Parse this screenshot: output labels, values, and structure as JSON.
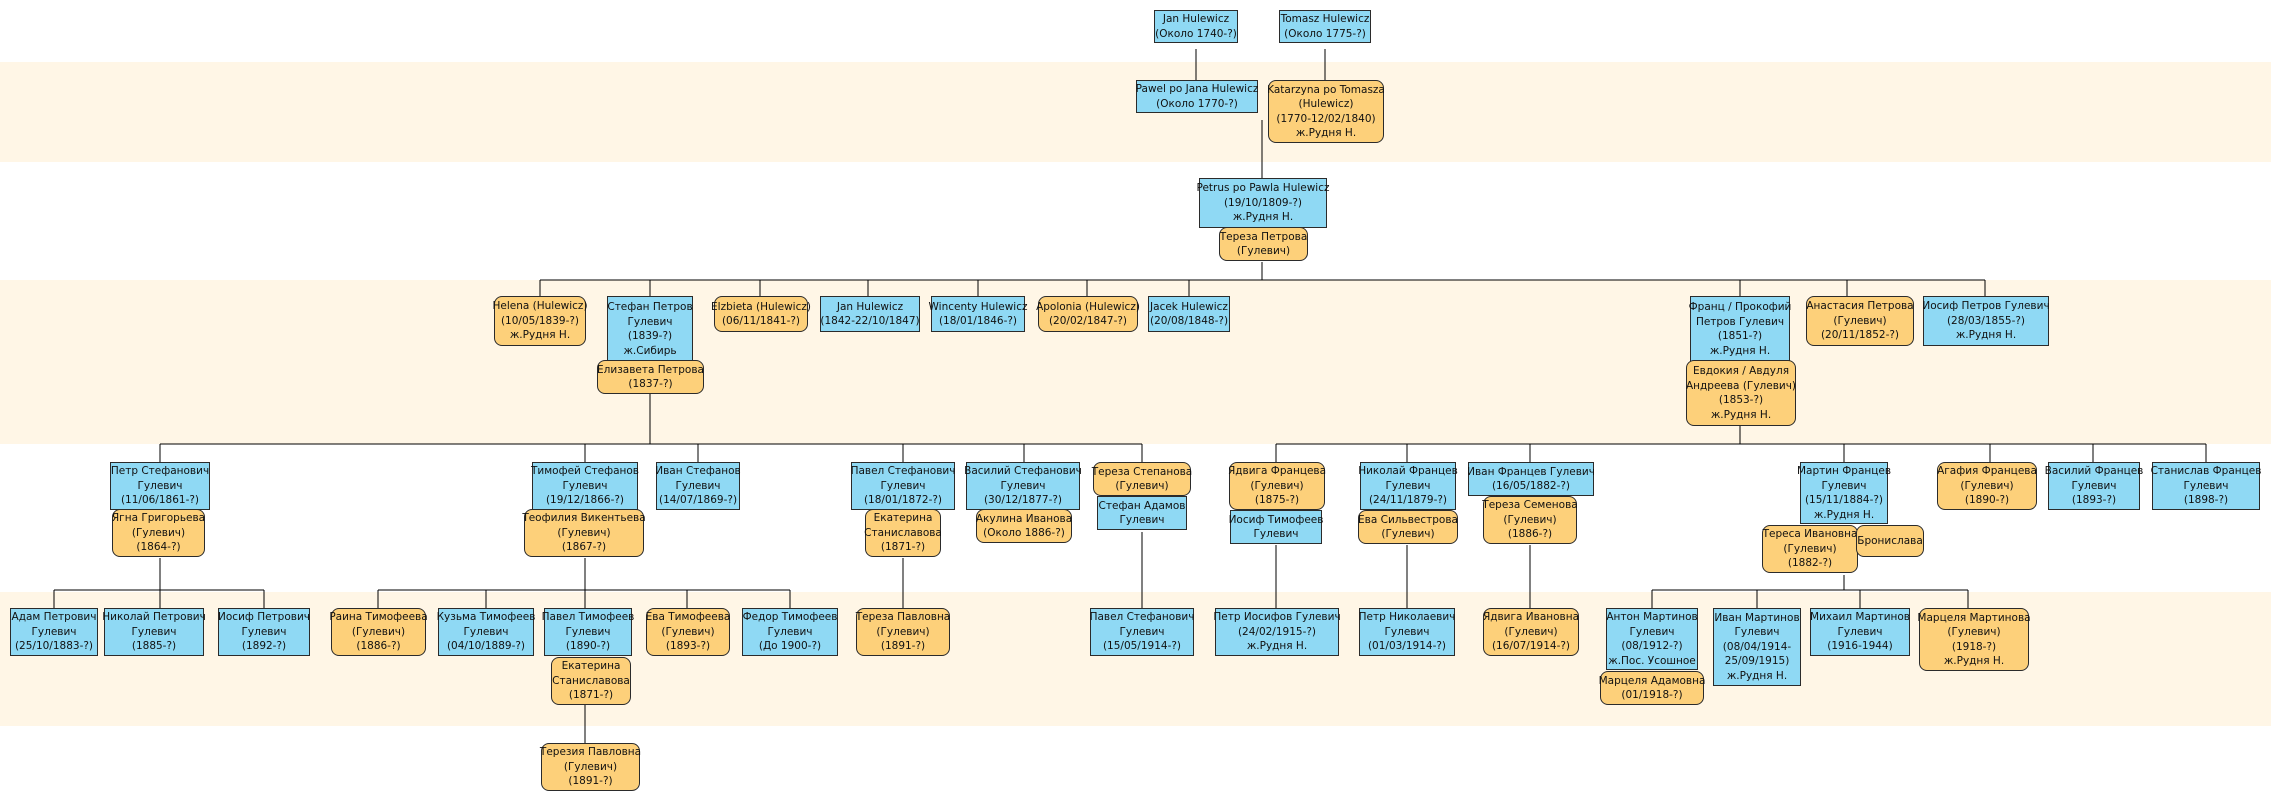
{
  "colors": {
    "male": "#8fd9f4",
    "female": "#fdd07a",
    "band": "#fff6e6",
    "line": "#000000"
  },
  "people": {
    "jan1740": {
      "lines": [
        "Jan Hulewicz",
        "(Около 1740-?)"
      ]
    },
    "tomasz": {
      "lines": [
        "Tomasz Hulewicz",
        "(Около 1775-?)"
      ]
    },
    "pawel": {
      "lines": [
        "Pawel po Jana Hulewicz",
        "(Около 1770-?)"
      ]
    },
    "katarzyna": {
      "lines": [
        "Katarzyna po Tomasza",
        "(Hulewicz)",
        "(1770-12/02/1840)",
        "ж.Рудня Н."
      ]
    },
    "petrus": {
      "lines": [
        "Petrus po Pawla Hulewicz",
        "(19/10/1809-?)",
        "ж.Рудня Н."
      ]
    },
    "tereza_p": {
      "lines": [
        "Тереза Петрова",
        "(Гулевич)"
      ]
    },
    "helena": {
      "lines": [
        "Helena (Hulewicz)",
        "(10/05/1839-?)",
        "ж.Рудня Н."
      ]
    },
    "stefan": {
      "lines": [
        "Стефан Петров",
        "Гулевич",
        "(1839-?)",
        "ж.Сибирь"
      ]
    },
    "elizaveta": {
      "lines": [
        "Елизавета Петрова",
        "(1837-?)"
      ]
    },
    "elzbieta": {
      "lines": [
        "Elzbieta (Hulewicz)",
        "(06/11/1841-?)"
      ]
    },
    "jan1842": {
      "lines": [
        "Jan Hulewicz",
        "(1842-22/10/1847)"
      ]
    },
    "wincenty": {
      "lines": [
        "Wincenty Hulewicz",
        "(18/01/1846-?)"
      ]
    },
    "apolonia": {
      "lines": [
        "Apolonia (Hulewicz)",
        "(20/02/1847-?)"
      ]
    },
    "jacek": {
      "lines": [
        "Jacek Hulewicz",
        "(20/08/1848-?)"
      ]
    },
    "franc": {
      "lines": [
        "Франц / Прокофий",
        "Петров Гулевич",
        "(1851-?)",
        "ж.Рудня Н."
      ]
    },
    "evdokia": {
      "lines": [
        "Евдокия / Авдуля",
        "Андреева (Гулевич)",
        "(1853-?)",
        "ж.Рудня Н."
      ]
    },
    "anastasia": {
      "lines": [
        "Анастасия Петрова",
        "(Гулевич)",
        "(20/11/1852-?)"
      ]
    },
    "iosif_p": {
      "lines": [
        "Иосиф Петров Гулевич",
        "(28/03/1855-?)",
        "ж.Рудня Н."
      ]
    },
    "petr_s": {
      "lines": [
        "Петр Стефанович",
        "Гулевич",
        "(11/06/1861-?)"
      ]
    },
    "yagna": {
      "lines": [
        "Ягна Григорьева",
        "(Гулевич)",
        "(1864-?)"
      ]
    },
    "timofei": {
      "lines": [
        "Тимофей Стефанов",
        "Гулевич",
        "(19/12/1866-?)"
      ]
    },
    "teofilia": {
      "lines": [
        "Теофилия Викентьева",
        "(Гулевич)",
        "(1867-?)"
      ]
    },
    "ivan_s": {
      "lines": [
        "Иван Стефанов",
        "Гулевич",
        "(14/07/1869-?)"
      ]
    },
    "pavel_s": {
      "lines": [
        "Павел Стефанович",
        "Гулевич",
        "(18/01/1872-?)"
      ]
    },
    "ekaterina1": {
      "lines": [
        "Екатерина",
        "Станиславова",
        "(1871-?)"
      ]
    },
    "vasily_s": {
      "lines": [
        "Василий Стефанович",
        "Гулевич",
        "(30/12/1877-?)"
      ]
    },
    "akulina": {
      "lines": [
        "Акулина Иванова",
        "(Около 1886-?)"
      ]
    },
    "tereza_s": {
      "lines": [
        "Тереза Степанова",
        "(Гулевич)"
      ]
    },
    "stefan_a": {
      "lines": [
        "Стефан Адамов",
        "Гулевич"
      ]
    },
    "yadviga_f": {
      "lines": [
        "Ядвига Францева",
        "(Гулевич)",
        "(1875-?)"
      ]
    },
    "iosif_t": {
      "lines": [
        "Иосиф Тимофеев",
        "Гулевич"
      ]
    },
    "nikolai_f": {
      "lines": [
        "Николай Францев",
        "Гулевич",
        "(24/11/1879-?)"
      ]
    },
    "eva_s": {
      "lines": [
        "Ева Сильвестрова",
        "(Гулевич)"
      ]
    },
    "ivan_f": {
      "lines": [
        "Иван Францев Гулевич",
        "(16/05/1882-?)"
      ]
    },
    "tereza_sem": {
      "lines": [
        "Тереза Семенова",
        "(Гулевич)",
        "(1886-?)"
      ]
    },
    "martin": {
      "lines": [
        "Мартин Францев",
        "Гулевич",
        "(15/11/1884-?)",
        "ж.Рудня Н."
      ]
    },
    "teresa_i": {
      "lines": [
        "Тереса Ивановна",
        "(Гулевич)",
        "(1882-?)"
      ]
    },
    "bronislava": {
      "lines": [
        "Бронислава"
      ]
    },
    "agafia": {
      "lines": [
        "Агафия Францева",
        "(Гулевич)",
        "(1890-?)"
      ]
    },
    "vasily_f": {
      "lines": [
        "Василий Францев",
        "Гулевич",
        "(1893-?)"
      ]
    },
    "stanislav": {
      "lines": [
        "Станислав Францев",
        "Гулевич",
        "(1898-?)"
      ]
    },
    "adam": {
      "lines": [
        "Адам Петрович",
        "Гулевич",
        "(25/10/1883-?)"
      ]
    },
    "nikolai_p": {
      "lines": [
        "Николай Петрович",
        "Гулевич",
        "(1885-?)"
      ]
    },
    "iosif_pp": {
      "lines": [
        "Иосиф Петрович",
        "Гулевич",
        "(1892-?)"
      ]
    },
    "raina": {
      "lines": [
        "Раина Тимофеева",
        "(Гулевич)",
        "(1886-?)"
      ]
    },
    "kuzma": {
      "lines": [
        "Кузьма Тимофеев",
        "Гулевич",
        "(04/10/1889-?)"
      ]
    },
    "pavel_t": {
      "lines": [
        "Павел Тимофеев",
        "Гулевич",
        "(1890-?)"
      ]
    },
    "ekaterina2": {
      "lines": [
        "Екатерина",
        "Станиславова",
        "(1871-?)"
      ]
    },
    "eva_t": {
      "lines": [
        "Ева Тимофеева",
        "(Гулевич)",
        "(1893-?)"
      ]
    },
    "fedor": {
      "lines": [
        "Федор Тимофеев",
        "Гулевич",
        "(До 1900-?)"
      ]
    },
    "tereza_pav": {
      "lines": [
        "Тереза Павловна",
        "(Гулевич)",
        "(1891-?)"
      ]
    },
    "pavel_st": {
      "lines": [
        "Павел Стефанович",
        "Гулевич",
        "(15/05/1914-?)"
      ]
    },
    "petr_i": {
      "lines": [
        "Петр Иосифов Гулевич",
        "(24/02/1915-?)",
        "ж.Рудня Н."
      ]
    },
    "petr_n": {
      "lines": [
        "Петр Николаевич",
        "Гулевич",
        "(01/03/1914-?)"
      ]
    },
    "yadviga_i": {
      "lines": [
        "Ядвига Ивановна",
        "(Гулевич)",
        "(16/07/1914-?)"
      ]
    },
    "anton": {
      "lines": [
        "Антон Мартинов",
        "Гулевич",
        "(08/1912-?)",
        "ж.Пос. Усошное"
      ]
    },
    "marcelia_a": {
      "lines": [
        "Марцеля Адамовна",
        "(01/1918-?)"
      ]
    },
    "ivan_m": {
      "lines": [
        "Иван Мартинов",
        "Гулевич",
        "(08/04/1914-",
        "25/09/1915)",
        "ж.Рудня Н."
      ]
    },
    "mikhail": {
      "lines": [
        "Михаил Мартинов",
        "Гулевич",
        "(1916-1944)"
      ]
    },
    "marcelia_m": {
      "lines": [
        "Марцеля Мартинова",
        "(Гулевич)",
        "(1918-?)",
        "ж.Рудня Н."
      ]
    },
    "terezia": {
      "lines": [
        "Терезия Павловна",
        "(Гулевич)",
        "(1891-?)"
      ]
    }
  }
}
